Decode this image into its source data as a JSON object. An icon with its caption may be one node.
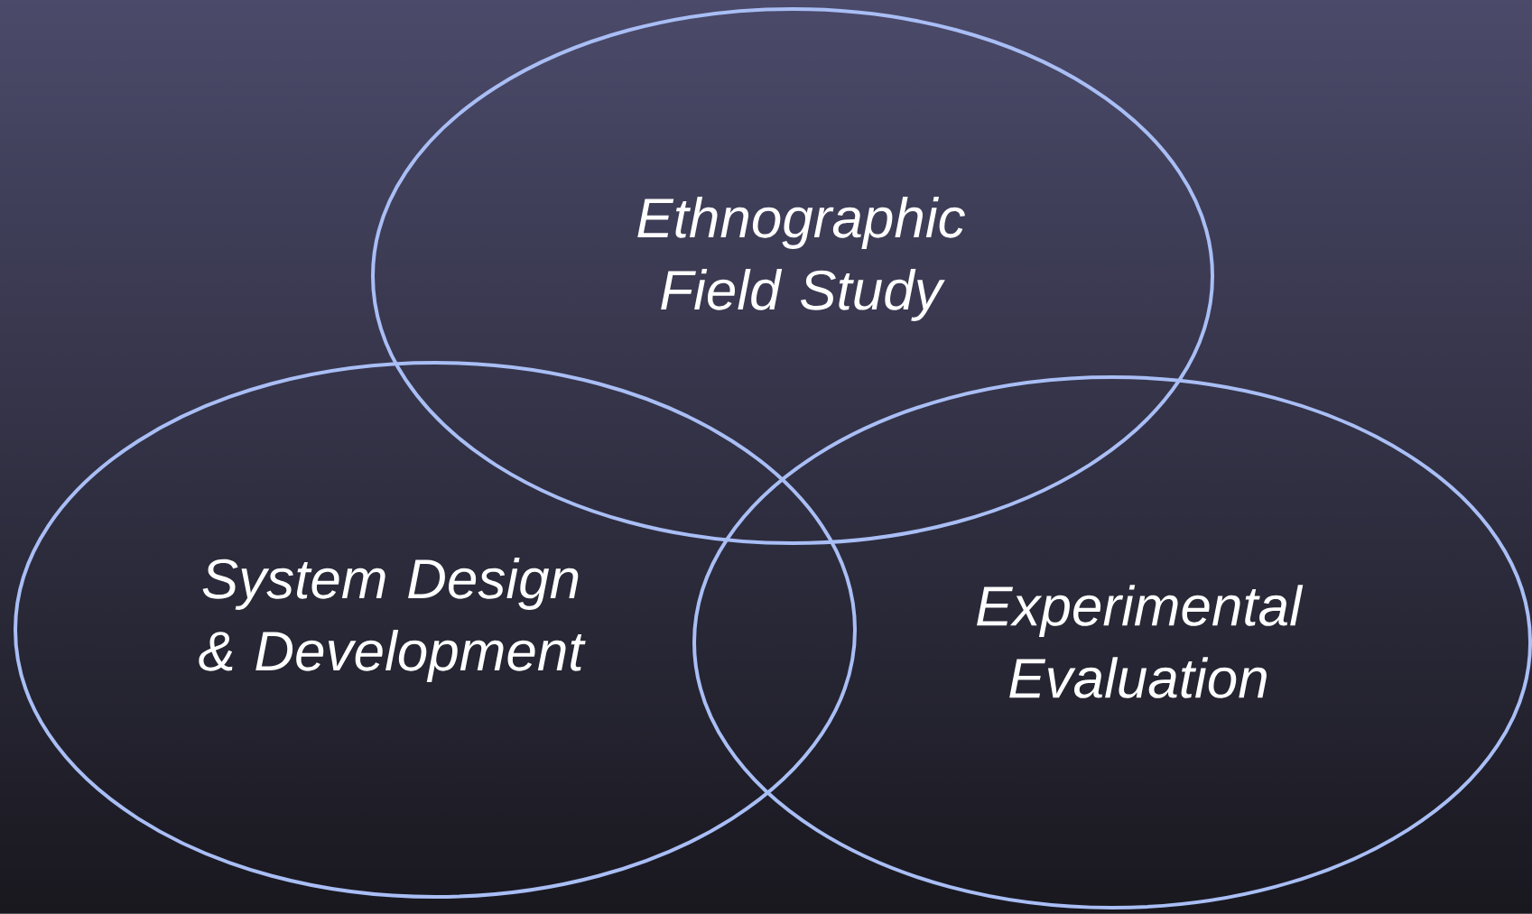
{
  "diagram": {
    "nodes": [
      {
        "text": [
          "Ethnographic Field Study"
        ]
      },
      {
        "text": [
          "System Design & Development"
        ]
      },
      {
        "text": [
          "Experimental Evaluation"
        ]
      }
    ]
  }
}
